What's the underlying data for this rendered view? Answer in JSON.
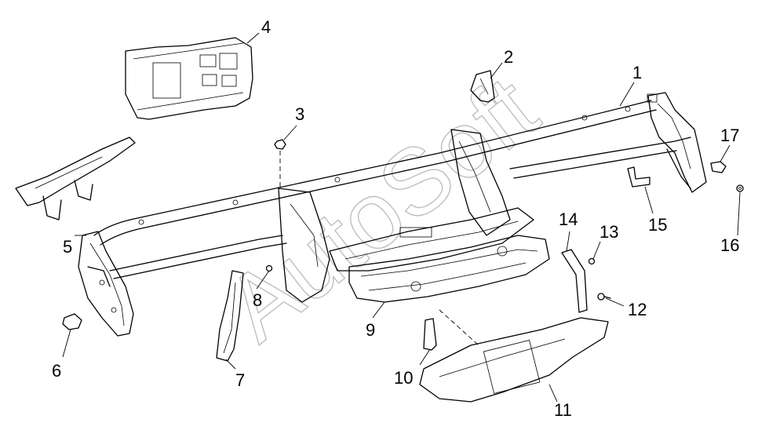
{
  "watermark": "AutoSoft",
  "callouts": [
    {
      "id": "1",
      "text": "1"
    },
    {
      "id": "2",
      "text": "2"
    },
    {
      "id": "3",
      "text": "3"
    },
    {
      "id": "4",
      "text": "4"
    },
    {
      "id": "5",
      "text": "5"
    },
    {
      "id": "6",
      "text": "6"
    },
    {
      "id": "7",
      "text": "7"
    },
    {
      "id": "8",
      "text": "8"
    },
    {
      "id": "9",
      "text": "9"
    },
    {
      "id": "10",
      "text": "10"
    },
    {
      "id": "11",
      "text": "11"
    },
    {
      "id": "12",
      "text": "12"
    },
    {
      "id": "13",
      "text": "13"
    },
    {
      "id": "14",
      "text": "14"
    },
    {
      "id": "15",
      "text": "15"
    },
    {
      "id": "16",
      "text": "16"
    },
    {
      "id": "17",
      "text": "17"
    }
  ]
}
